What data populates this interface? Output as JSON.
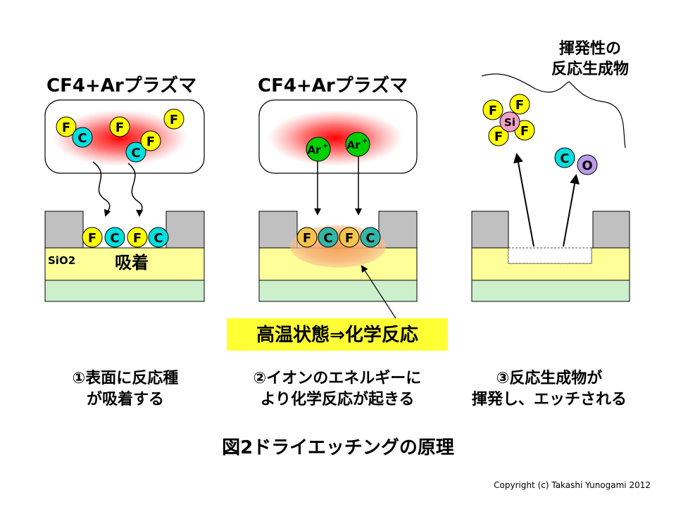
{
  "panel1": {
    "title": "CF4+Arプラズマ",
    "particles_plasma": [
      "F",
      "C",
      "F",
      "C",
      "F",
      "F"
    ],
    "adsorbed": [
      "F",
      "C",
      "F",
      "C"
    ],
    "substrate_label": "SiO2",
    "adsorption_label": "吸着"
  },
  "panel2": {
    "title": "CF4+Arプラズマ",
    "ion": "Ar",
    "ion_charge": "+",
    "adsorbed": [
      "F",
      "C",
      "F",
      "C"
    ],
    "reaction_box": "高温状態⇒化学反応"
  },
  "panel3": {
    "volatile_label_line1": "揮発性の",
    "volatile_label_line2": "反応生成物",
    "sif4": [
      "F",
      "F",
      "Si",
      "F",
      "F"
    ],
    "co": [
      "C",
      "O"
    ]
  },
  "captions": {
    "step1_line1": "①表面に反応種",
    "step1_line2": "が吸着する",
    "step2_line1": "②イオンのエネルギーに",
    "step2_line2": "より化学反応が起きる",
    "step3_line1": "③反応生成物が",
    "step3_line2": "揮発し、エッチされる"
  },
  "figure_title": "図2ドライエッチングの原理",
  "copyright": "Copyright (c) Takashi Yunogami 2012",
  "colors": {
    "fluorine": "#ffff00",
    "carbon": "#00e0e0",
    "carbon_dark": "#33b6a8",
    "argon": "#00d000",
    "silicon": "#f0a0c8",
    "oxygen": "#b89ae6",
    "sio2": "#ffff99",
    "substrate": "#ccf0cc",
    "mask": "#c0c0c0",
    "plasma": "#ff0000",
    "highlight_box": "#ffff33",
    "glow": "#f4b07a"
  }
}
